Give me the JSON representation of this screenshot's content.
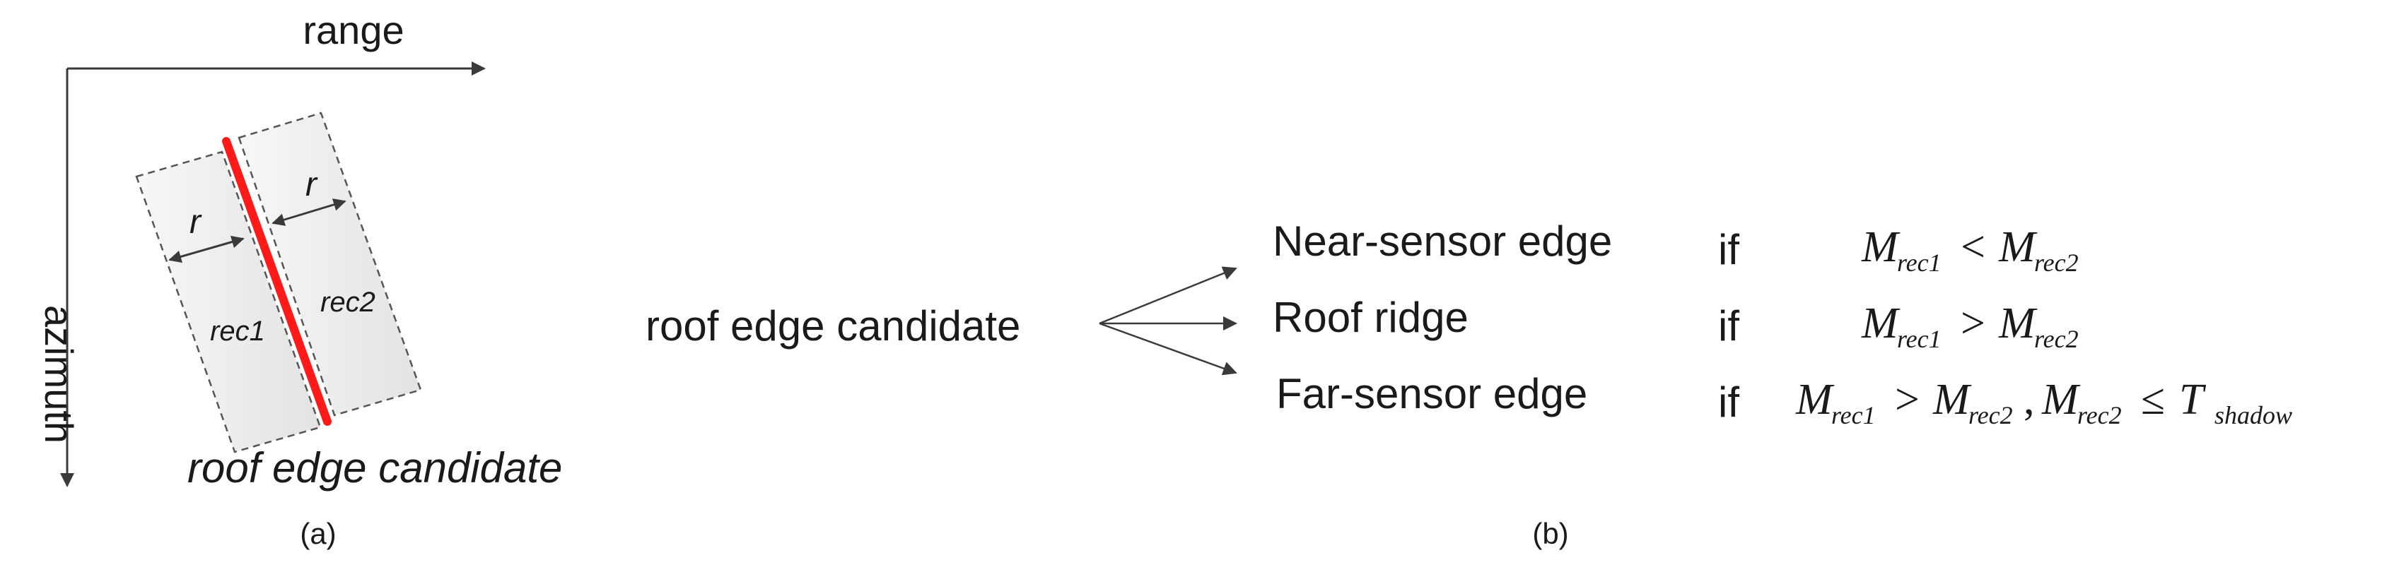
{
  "panel_a": {
    "axis_range_label": "range",
    "axis_azimuth_label": "azimuth",
    "r_label": "r",
    "rec1_label": "rec1",
    "rec2_label": "rec2",
    "candidate_caption": "roof edge candidate",
    "panel_label": "(a)",
    "edge_color": "#ff1a1a"
  },
  "panel_b": {
    "source_label": "roof edge candidate",
    "panel_label": "(b)",
    "if_word": "if",
    "rules": [
      {
        "label": "Near-sensor edge",
        "condition": [
          {
            "M": "M",
            "sub": "rec1"
          },
          {
            "op": "<"
          },
          {
            "M": "M",
            "sub": "rec2"
          }
        ]
      },
      {
        "label": "Roof ridge",
        "condition": [
          {
            "M": "M",
            "sub": "rec1"
          },
          {
            "op": ">"
          },
          {
            "M": "M",
            "sub": "rec2"
          }
        ]
      },
      {
        "label": "Far-sensor edge",
        "condition": [
          {
            "M": "M",
            "sub": "rec1"
          },
          {
            "op": ">"
          },
          {
            "M": "M",
            "sub": "rec2"
          },
          {
            "op": ","
          },
          {
            "M": "M",
            "sub": "rec2"
          },
          {
            "op": "≤"
          },
          {
            "M": "T",
            "sub": "shadow"
          }
        ]
      }
    ]
  }
}
